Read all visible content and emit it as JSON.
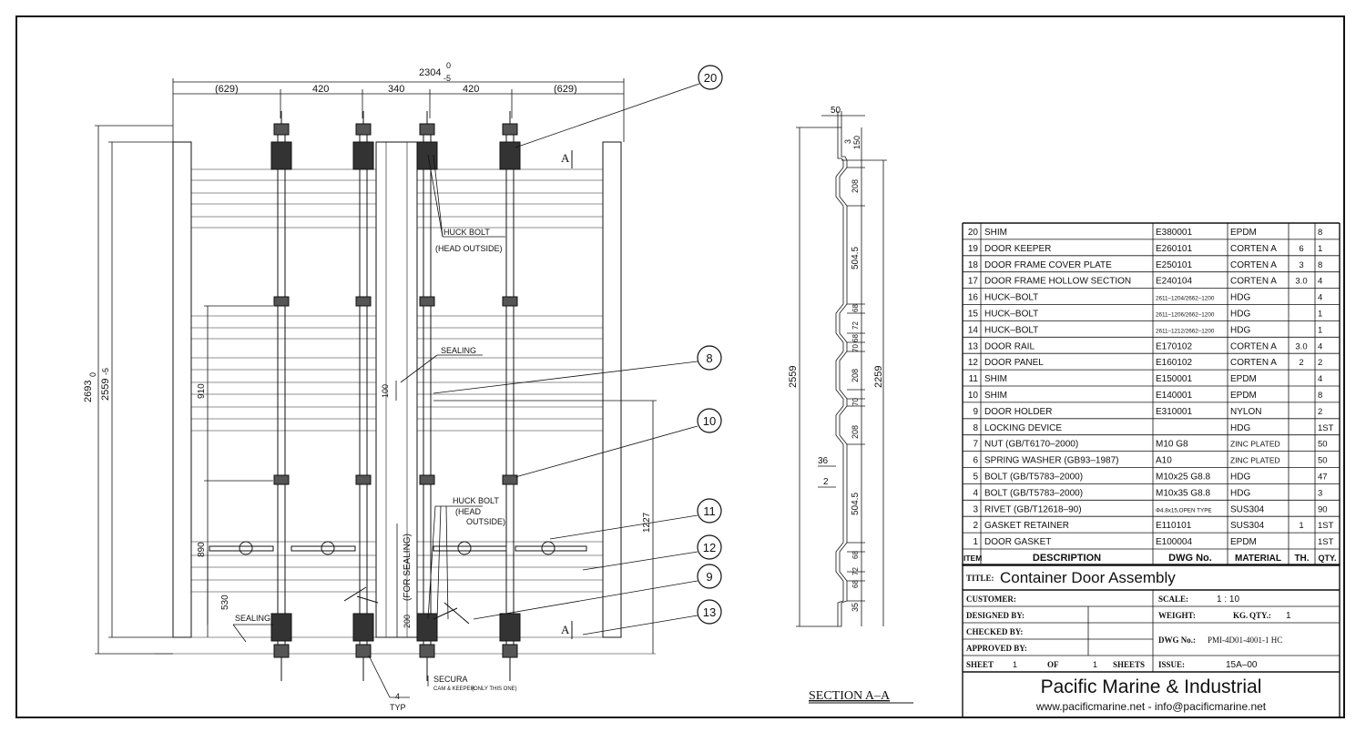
{
  "top_dims": {
    "overall": "2304",
    "overall_tol_upper": "0",
    "overall_tol_lower": "-5",
    "segments": [
      "(629)",
      "420",
      "340",
      "420",
      "(629)"
    ]
  },
  "side_dims": {
    "height_2693": "2693",
    "height_2559": "2559",
    "tol_upper": "0",
    "tol_lower": "-5",
    "d910": "910",
    "d890": "890",
    "d530": "530",
    "d1227": "1227",
    "d100": "100",
    "d200": "200"
  },
  "labels": {
    "huck_bolt_top_1": "HUCK BOLT",
    "huck_bolt_top_2": "(HEAD OUTSIDE)",
    "sealing_mid": "SEALING",
    "huck_bolt_low_1": "HUCK BOLT",
    "huck_bolt_low_2": "(HEAD",
    "huck_bolt_low_3": "OUTSIDE)",
    "for_sealing": "(FOR SEALING)",
    "sealing_low": "SEALING",
    "secura_1": "SECURA",
    "secura_2": "CAM & KEEPER",
    "secura_3": "(ONLY THIS ONE)",
    "weld_4": "4",
    "weld_typ": "TYP",
    "section_mark_top": "A",
    "section_mark_bottom": "A"
  },
  "balloons": [
    "20",
    "8",
    "10",
    "11",
    "12",
    "9",
    "13"
  ],
  "section": {
    "title": "SECTION  A–A",
    "d50": "50",
    "d3": "3",
    "d150": "150",
    "d208a": "208",
    "d504a": "504.5",
    "d68a": "68",
    "d72a": "72",
    "d68b": "68",
    "d70a": "70",
    "d208b": "208",
    "d70b": "70",
    "d208c": "208",
    "d36": "36",
    "d2": "2",
    "d504b": "504.5",
    "d68c": "68",
    "d72b": "72",
    "d68d": "68",
    "d35": "35",
    "d2559": "2559",
    "d2259": "2259"
  },
  "bom": {
    "headers": [
      "ITEM",
      "DESCRIPTION",
      "DWG No.",
      "MATERIAL",
      "TH.",
      "QTY."
    ],
    "rows": [
      [
        "20",
        "SHIM",
        "E380001",
        "EPDM",
        "",
        "8"
      ],
      [
        "19",
        "DOOR KEEPER",
        "E260101",
        "CORTEN A",
        "6",
        "1"
      ],
      [
        "18",
        "DOOR FRAME COVER PLATE",
        "E250101",
        "CORTEN A",
        "3",
        "8"
      ],
      [
        "17",
        "DOOR FRAME HOLLOW SECTION",
        "E240104",
        "CORTEN A",
        "3.0",
        "4"
      ],
      [
        "16",
        "HUCK–BOLT",
        "2611–1204/2662–1200",
        "HDG",
        "",
        "4"
      ],
      [
        "15",
        "HUCK–BOLT",
        "2611–1206/2662–1200",
        "HDG",
        "",
        "1"
      ],
      [
        "14",
        "HUCK–BOLT",
        "2611–1212/2662–1200",
        "HDG",
        "",
        "1"
      ],
      [
        "13",
        "DOOR RAIL",
        "E170102",
        "CORTEN A",
        "3.0",
        "4"
      ],
      [
        "12",
        "DOOR PANEL",
        "E160102",
        "CORTEN A",
        "2",
        "2"
      ],
      [
        "11",
        "SHIM",
        "E150001",
        "EPDM",
        "",
        "4"
      ],
      [
        "10",
        "SHIM",
        "E140001",
        "EPDM",
        "",
        "8"
      ],
      [
        "9",
        "DOOR HOLDER",
        "E310001",
        "NYLON",
        "",
        "2"
      ],
      [
        "8",
        "LOCKING DEVICE",
        "",
        "HDG",
        "",
        "1ST"
      ],
      [
        "7",
        "NUT (GB/T6170–2000)",
        "M10  G8",
        "ZINC PLATED",
        "",
        "50"
      ],
      [
        "6",
        "SPRING WASHER (GB93–1987)",
        "A10",
        "ZINC PLATED",
        "",
        "50"
      ],
      [
        "5",
        "BOLT (GB/T5783–2000)",
        "M10x25 G8.8",
        "HDG",
        "",
        "47"
      ],
      [
        "4",
        "BOLT (GB/T5783–2000)",
        "M10x35 G8.8",
        "HDG",
        "",
        "3"
      ],
      [
        "3",
        "RIVET (GB/T12618–90)",
        "Φ4.8x15,OPEN TYPE",
        "SUS304",
        "",
        "90"
      ],
      [
        "2",
        "GASKET RETAINER",
        "E110101",
        "SUS304",
        "1",
        "1ST"
      ],
      [
        "1",
        "DOOR GASKET",
        "E100004",
        "EPDM",
        "",
        "1ST"
      ]
    ]
  },
  "title_block": {
    "title_label": "TITLE:",
    "title": "Container Door Assembly",
    "customer_label": "CUSTOMER:",
    "scale_label": "SCALE:",
    "scale": "1 : 10",
    "designed_label": "DESIGNED BY:",
    "weight_label": "WEIGHT:",
    "kg_label": "KG.",
    "qty_label": "QTY.:",
    "qty": "1",
    "checked_label": "CHECKED BY:",
    "dwg_label": "DWG No.:",
    "dwg": "PMI-4D01-4001-1 HC",
    "approved_label": "APPROVED BY:",
    "sheet_label": "SHEET",
    "sheet": "1",
    "of_label": "OF",
    "of": "1",
    "sheets_label": "SHEETS",
    "issue_label": "ISSUE:",
    "issue": "15A–00",
    "company": "Pacific Marine & Industrial",
    "contact": "www.pacificmarine.net - info@pacificmarine.net"
  }
}
